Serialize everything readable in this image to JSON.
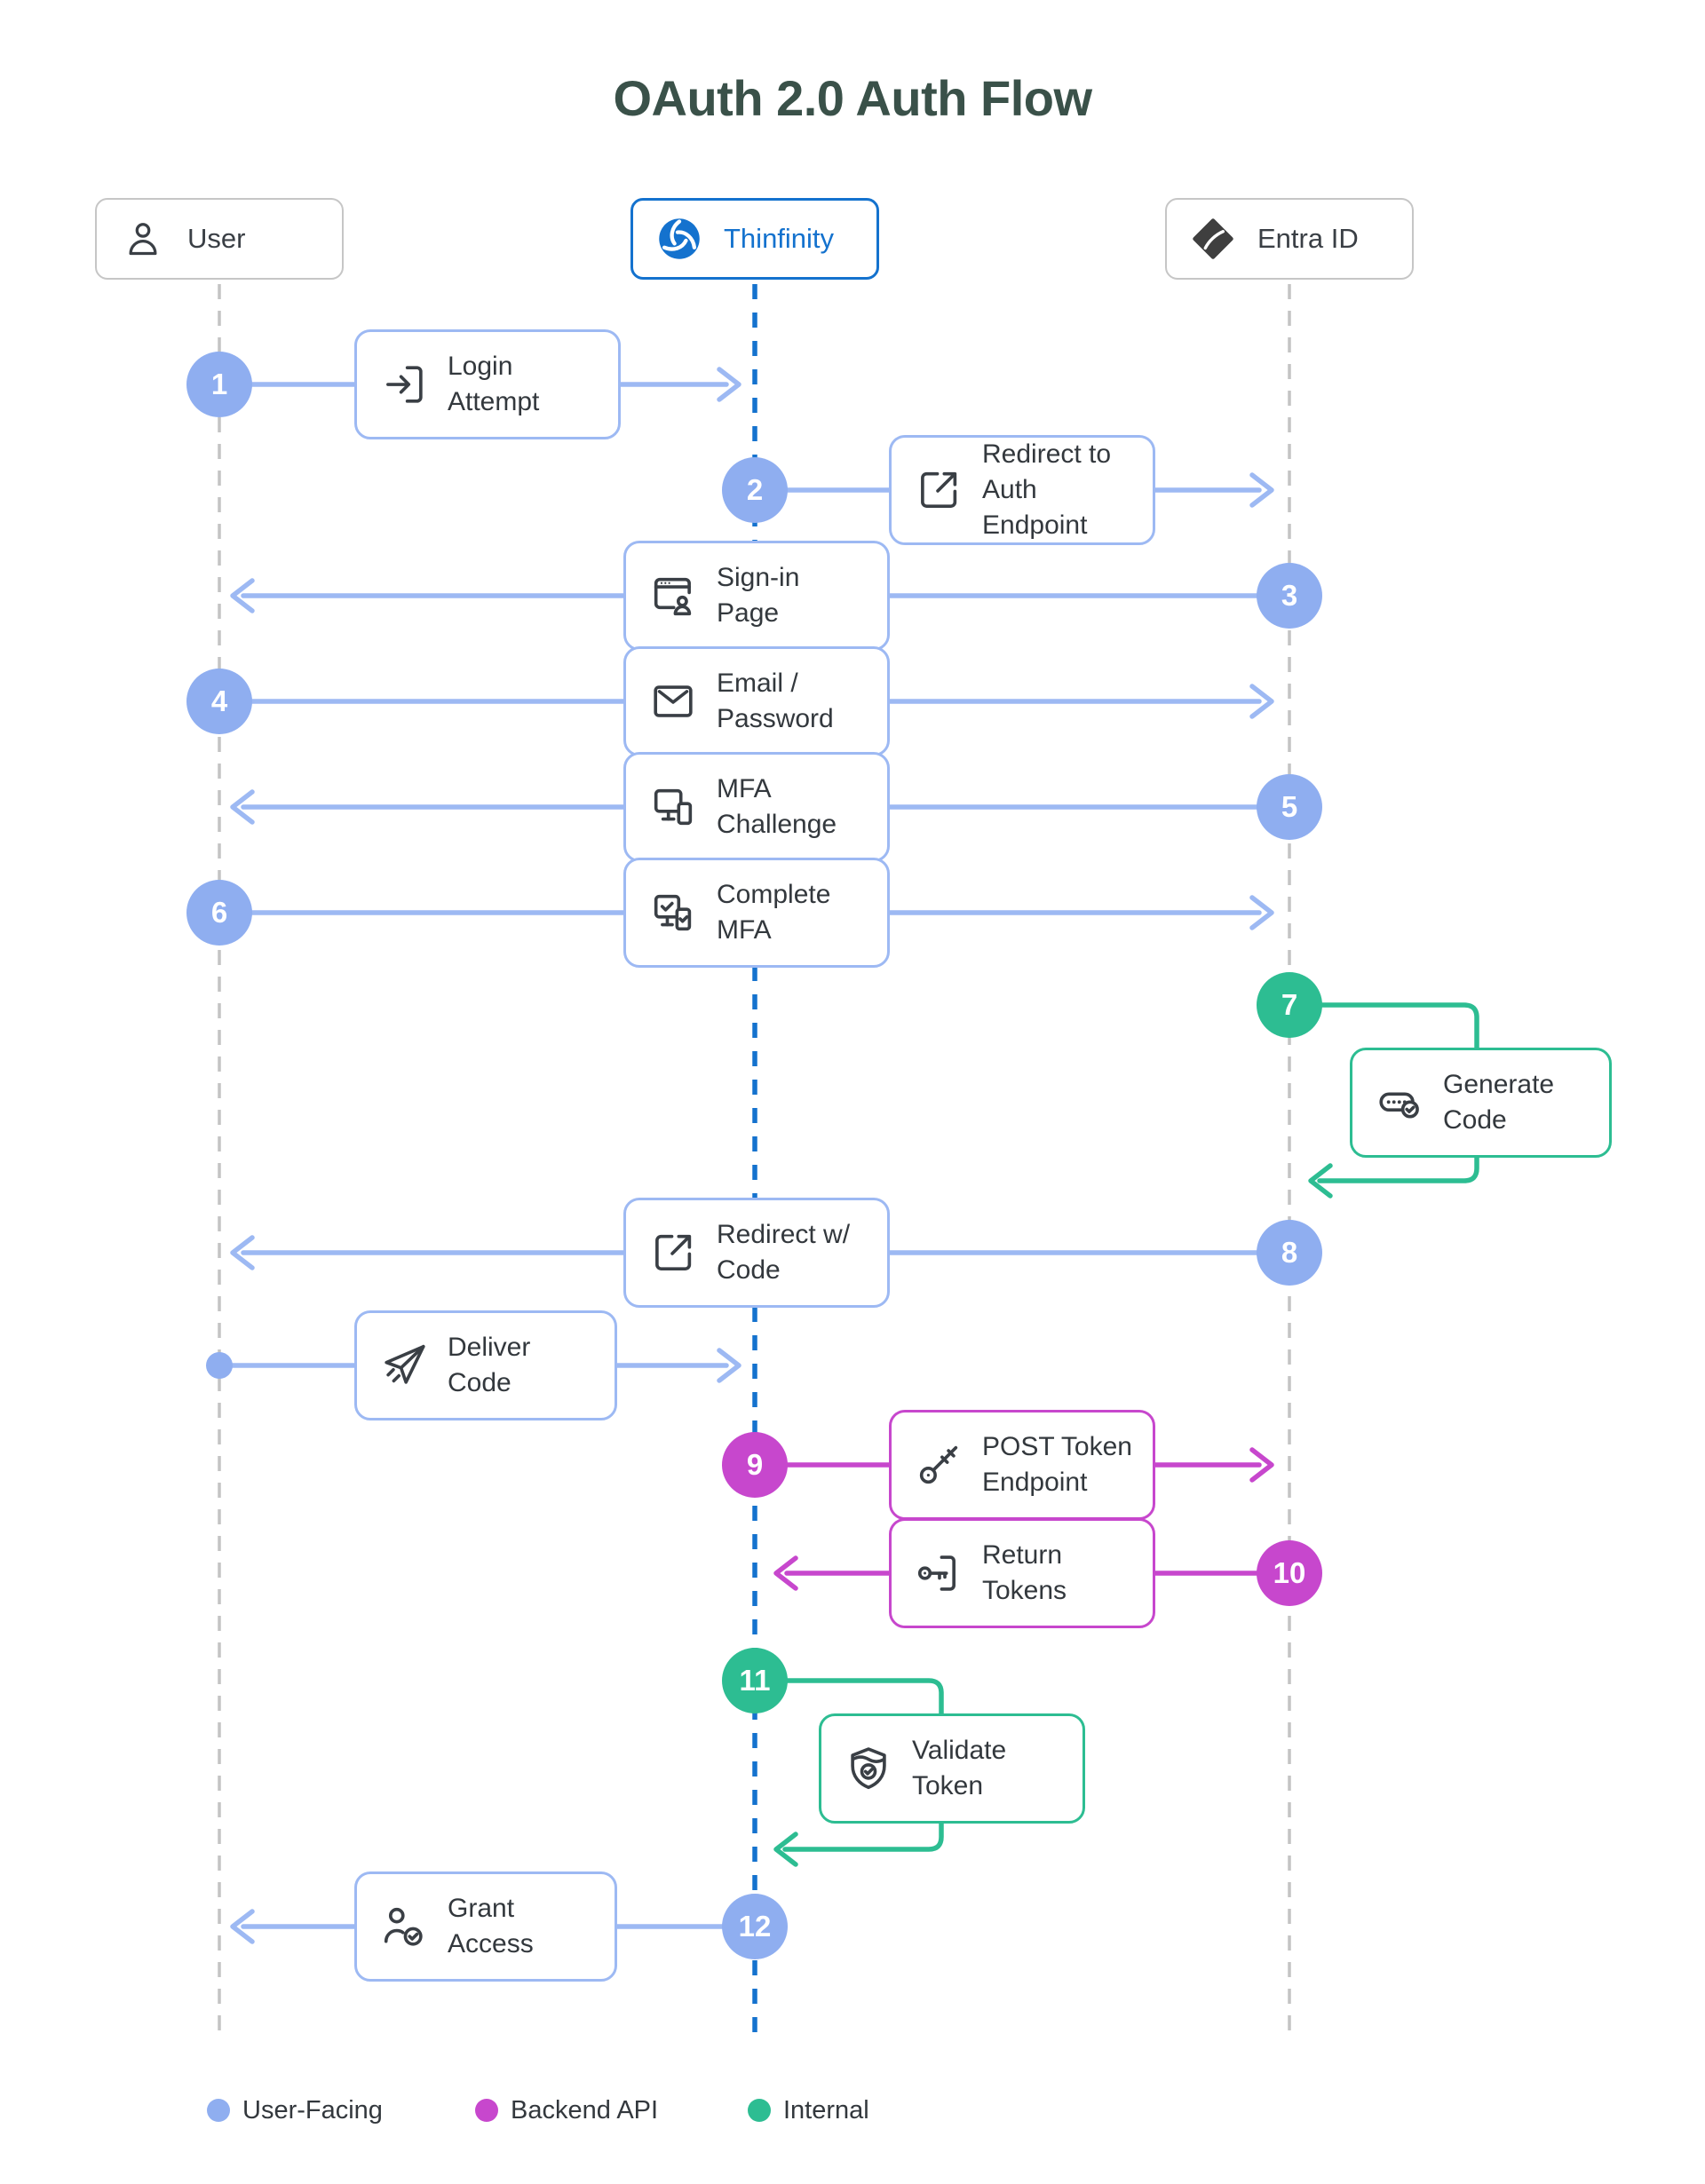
{
  "title": "OAuth 2.0 Auth Flow",
  "actors": {
    "user": {
      "label": "User",
      "icon": "user-icon"
    },
    "thinfinity": {
      "label": "Thinfinity",
      "icon": "thinfinity-logo"
    },
    "entra": {
      "label": "Entra ID",
      "icon": "entra-logo"
    }
  },
  "steps": [
    {
      "num": "1",
      "label": "Login\nAttempt",
      "icon": "login-icon",
      "category": "user-facing",
      "from": "user",
      "to": "thinfinity"
    },
    {
      "num": "2",
      "label": "Redirect to\nAuth Endpoint",
      "icon": "external-link-icon",
      "category": "user-facing",
      "from": "thinfinity",
      "to": "entra"
    },
    {
      "num": "3",
      "label": "Sign-in\nPage",
      "icon": "browser-user-icon",
      "category": "user-facing",
      "from": "entra",
      "to": "user"
    },
    {
      "num": "4",
      "label": "Email /\nPassword",
      "icon": "mail-icon",
      "category": "user-facing",
      "from": "user",
      "to": "entra"
    },
    {
      "num": "5",
      "label": "MFA\nChallenge",
      "icon": "devices-icon",
      "category": "user-facing",
      "from": "entra",
      "to": "user"
    },
    {
      "num": "6",
      "label": "Complete\nMFA",
      "icon": "device-check-icon",
      "category": "user-facing",
      "from": "user",
      "to": "entra"
    },
    {
      "num": "7",
      "label": "Generate\nCode",
      "icon": "passcode-icon",
      "category": "internal",
      "from": "entra",
      "to": "entra"
    },
    {
      "num": "8",
      "label": "Redirect w/\nCode",
      "icon": "external-link-icon",
      "category": "user-facing",
      "from": "entra",
      "to": "user"
    },
    {
      "num": "",
      "label": "Deliver\nCode",
      "icon": "send-icon",
      "category": "user-facing",
      "from": "user",
      "to": "thinfinity"
    },
    {
      "num": "9",
      "label": "POST Token\nEndpoint",
      "icon": "key-icon",
      "category": "backend-api",
      "from": "thinfinity",
      "to": "entra"
    },
    {
      "num": "10",
      "label": "Return\nTokens",
      "icon": "key-return-icon",
      "category": "backend-api",
      "from": "entra",
      "to": "thinfinity"
    },
    {
      "num": "11",
      "label": "Validate\nToken",
      "icon": "shield-check-icon",
      "category": "internal",
      "from": "thinfinity",
      "to": "thinfinity"
    },
    {
      "num": "12",
      "label": "Grant\nAccess",
      "icon": "user-check-icon",
      "category": "user-facing",
      "from": "thinfinity",
      "to": "user"
    }
  ],
  "legend": [
    {
      "label": "User-Facing",
      "color": "#8FAEF0"
    },
    {
      "label": "Backend API",
      "color": "#C747CD"
    },
    {
      "label": "Internal",
      "color": "#2DBD92"
    }
  ],
  "colors": {
    "title": "#3A5149",
    "accent_blue": "#1472CE",
    "user_facing": "#8FAEF0",
    "user_facing_line": "#9DB9F3",
    "backend_api": "#C747CD",
    "internal": "#2DBD92",
    "lifeline_gray": "#C4C4C4",
    "icon_stroke": "#3A3F45"
  }
}
